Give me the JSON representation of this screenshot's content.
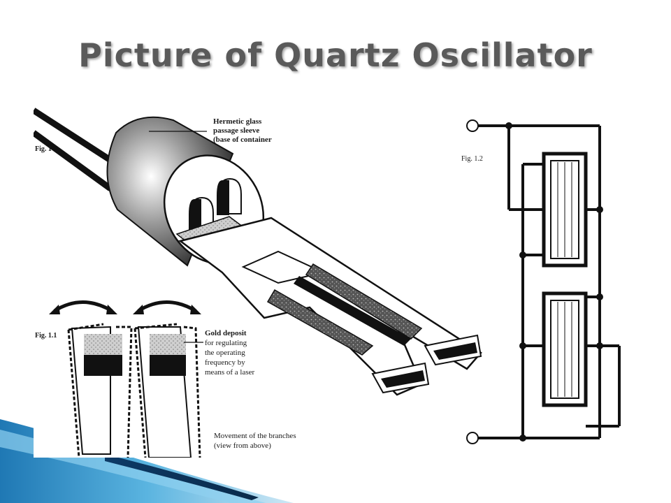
{
  "slide": {
    "title": "Picture of Quartz Oscillator",
    "accent_colors": [
      "#1f78b4",
      "#5ab4e0",
      "#0d3a66"
    ]
  },
  "figure_main": {
    "label": "Fig. 1",
    "callout_lines": [
      "Hermetic glass",
      "passage sleeve",
      "(base of container"
    ]
  },
  "figure_branches": {
    "label": "Fig. 1.1",
    "callout_lines": [
      "Gold deposit",
      "for regulating",
      "the operating",
      "frequency by",
      "means of a laser"
    ],
    "caption_lines": [
      "Movement of the branches",
      "(view from above)"
    ]
  },
  "figure_circuit": {
    "label": "Fig. 1.2"
  }
}
